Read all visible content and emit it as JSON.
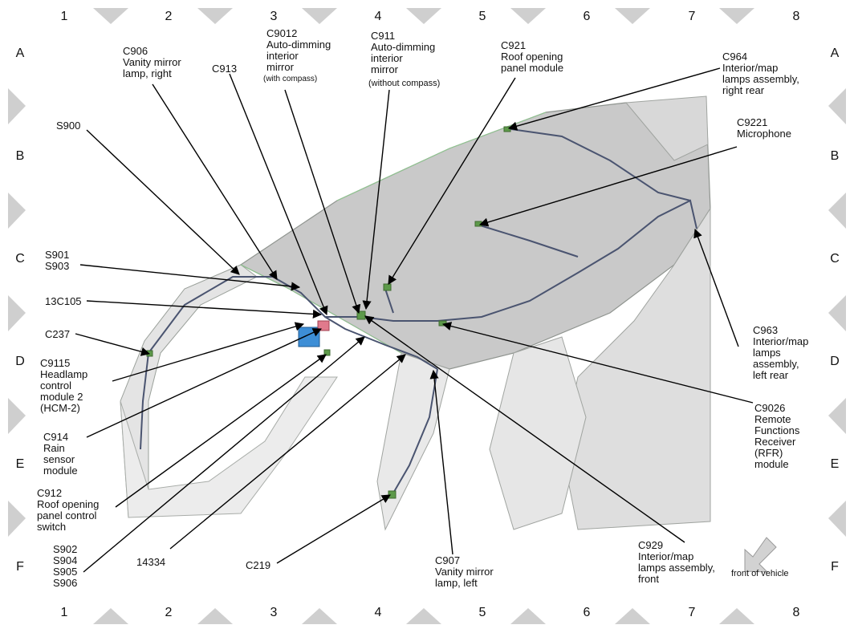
{
  "grid": {
    "columns": [
      "1",
      "2",
      "3",
      "4",
      "5",
      "6",
      "7",
      "8"
    ],
    "rows": [
      "A",
      "B",
      "C",
      "D",
      "E",
      "F"
    ]
  },
  "callouts": {
    "c906": {
      "lines": [
        "C906",
        "Vanity mirror",
        "lamp, right"
      ]
    },
    "c913": {
      "lines": [
        "C913"
      ]
    },
    "c9012": {
      "lines": [
        "C9012",
        "Auto-dimming",
        "interior",
        "mirror"
      ],
      "note": "(with compass)"
    },
    "c911": {
      "lines": [
        "C911",
        "Auto-dimming",
        "interior",
        "mirror"
      ],
      "note": "(without compass)"
    },
    "c921": {
      "lines": [
        "C921",
        "Roof opening",
        "panel module"
      ]
    },
    "c964": {
      "lines": [
        "C964",
        "Interior/map",
        "lamps assembly,",
        "right rear"
      ]
    },
    "c9221": {
      "lines": [
        "C9221",
        "Microphone"
      ]
    },
    "s900": {
      "lines": [
        "S900"
      ]
    },
    "s901": {
      "lines": [
        "S901",
        "S903"
      ]
    },
    "c13c105": {
      "lines": [
        "13C105"
      ]
    },
    "c237": {
      "lines": [
        "C237"
      ]
    },
    "c9115": {
      "lines": [
        "C9115",
        "Headlamp",
        "control",
        "module 2",
        "(HCM-2)"
      ]
    },
    "c914": {
      "lines": [
        "C914",
        "Rain",
        "sensor",
        "module"
      ]
    },
    "c912": {
      "lines": [
        "C912",
        "Roof opening",
        "panel control",
        "switch"
      ]
    },
    "s902": {
      "lines": [
        "S902",
        "S904",
        "S905",
        "S906"
      ]
    },
    "n14334": {
      "lines": [
        "14334"
      ]
    },
    "c219": {
      "lines": [
        "C219"
      ]
    },
    "c907": {
      "lines": [
        "C907",
        "Vanity mirror",
        "lamp, left"
      ]
    },
    "c929": {
      "lines": [
        "C929",
        "Interior/map",
        "lamps assembly,",
        "front"
      ]
    },
    "c963": {
      "lines": [
        "C963",
        "Interior/map",
        "lamps",
        "assembly,",
        "left rear"
      ]
    },
    "c9026": {
      "lines": [
        "C9026",
        "Remote",
        "Functions",
        "Receiver",
        "(RFR)",
        "module"
      ]
    }
  },
  "front_of_vehicle": "front of vehicle",
  "colors": {
    "harness": "#4a5470",
    "connector": "#5d9a4a",
    "roof": "#c9c9c9",
    "body": "#dcdcdc",
    "module_blue": "#3d8ed6",
    "module_pink": "#e07a8c",
    "frame_marker": "#cfcfcf"
  }
}
